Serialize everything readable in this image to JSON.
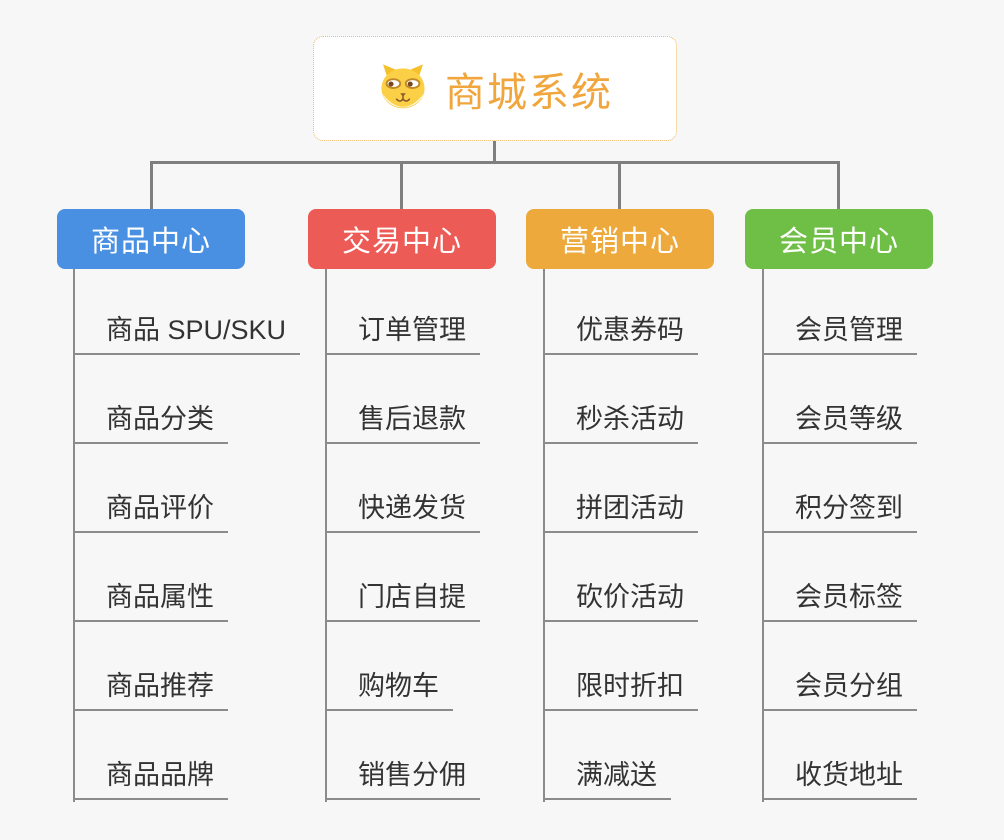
{
  "root": {
    "title": "商城系统",
    "icon": "dog-face-icon"
  },
  "branches": [
    {
      "label": "商品中心",
      "color": "#4a90e2",
      "children": [
        "商品 SPU/SKU",
        "商品分类",
        "商品评价",
        "商品属性",
        "商品推荐",
        "商品品牌"
      ]
    },
    {
      "label": "交易中心",
      "color": "#ed5b56",
      "children": [
        "订单管理",
        "售后退款",
        "快递发货",
        "门店自提",
        "购物车",
        "销售分佣"
      ]
    },
    {
      "label": "营销中心",
      "color": "#eda93c",
      "children": [
        "优惠券码",
        "秒杀活动",
        "拼团活动",
        "砍价活动",
        "限时折扣",
        "满减送"
      ]
    },
    {
      "label": "会员中心",
      "color": "#6fbe45",
      "children": [
        "会员管理",
        "会员等级",
        "积分签到",
        "会员标签",
        "会员分组",
        "收货地址"
      ]
    }
  ],
  "colors": {
    "background": "#f7f7f7",
    "connector": "#7f7f7f",
    "child_line": "#8b8b8b",
    "child_text": "#333333",
    "root_accent": "#f0a63c"
  }
}
